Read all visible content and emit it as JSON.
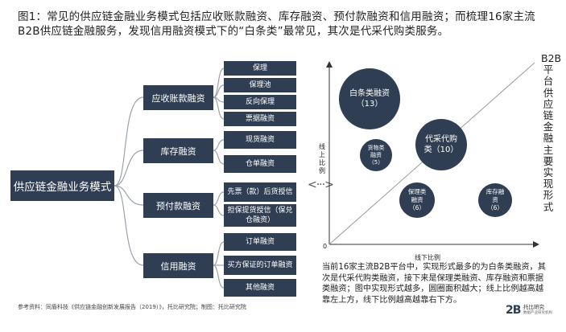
{
  "title": "图1：常见的供应链金融业务模式包括应收账款融资、库存融资、预付款融资和信用融资；而梳理16家主流B2B供应链金融服务，发现信用融资模式下的“白条类”最常见，其次是代采代购类服务。",
  "tree": {
    "root": "供应链金融业务模式",
    "categories": [
      {
        "label": "应收账款融资",
        "leaves": [
          "保理",
          "保理池",
          "反向保理",
          "票据融资"
        ]
      },
      {
        "label": "库存融资",
        "leaves": [
          "现货融资",
          "仓单融资"
        ]
      },
      {
        "label": "预付款融资",
        "leaves": [
          "先票（款）后货授信",
          "担保提货授信（保兑仓融资）"
        ]
      },
      {
        "label": "信用融资",
        "leaves": [
          "订单融资",
          "买方保证的订单融资",
          "其他融资"
        ]
      }
    ]
  },
  "chart": {
    "vertical_title": "B2B平台供应链金融主要实现形式",
    "y_axis_label": "线上比例",
    "x_axis_label": "线下比例",
    "origin_label": "0",
    "bubbles": [
      {
        "name": "白条类融资",
        "count": "（13）"
      },
      {
        "name": "货物类融资",
        "count": "（5）"
      },
      {
        "name": "代采代购类",
        "count": "（10）"
      },
      {
        "name": "保理类融资",
        "count": "（6）"
      },
      {
        "name": "库存融资",
        "count": "（6）"
      }
    ],
    "note": "当前16家主流B2B平台中，实现形式最多的为白条类融资，其次是代采代购类融资，接下来是保理类融资、库存融资和票据类融资；图中实现形式越多，圆圈面积越大；线上比例越高越靠左上方，线下比例越高越靠右下方。"
  },
  "footer": "参考资料：同盾科技《供应链金融创新发展报告（2019）》，托比研究院；制图：托比研究院",
  "logo": {
    "mark": "2B",
    "name": "托比研究",
    "tagline": "数据产业研究机构"
  },
  "colors": {
    "box": "#2f3e52",
    "line": "#9aa3ad"
  }
}
